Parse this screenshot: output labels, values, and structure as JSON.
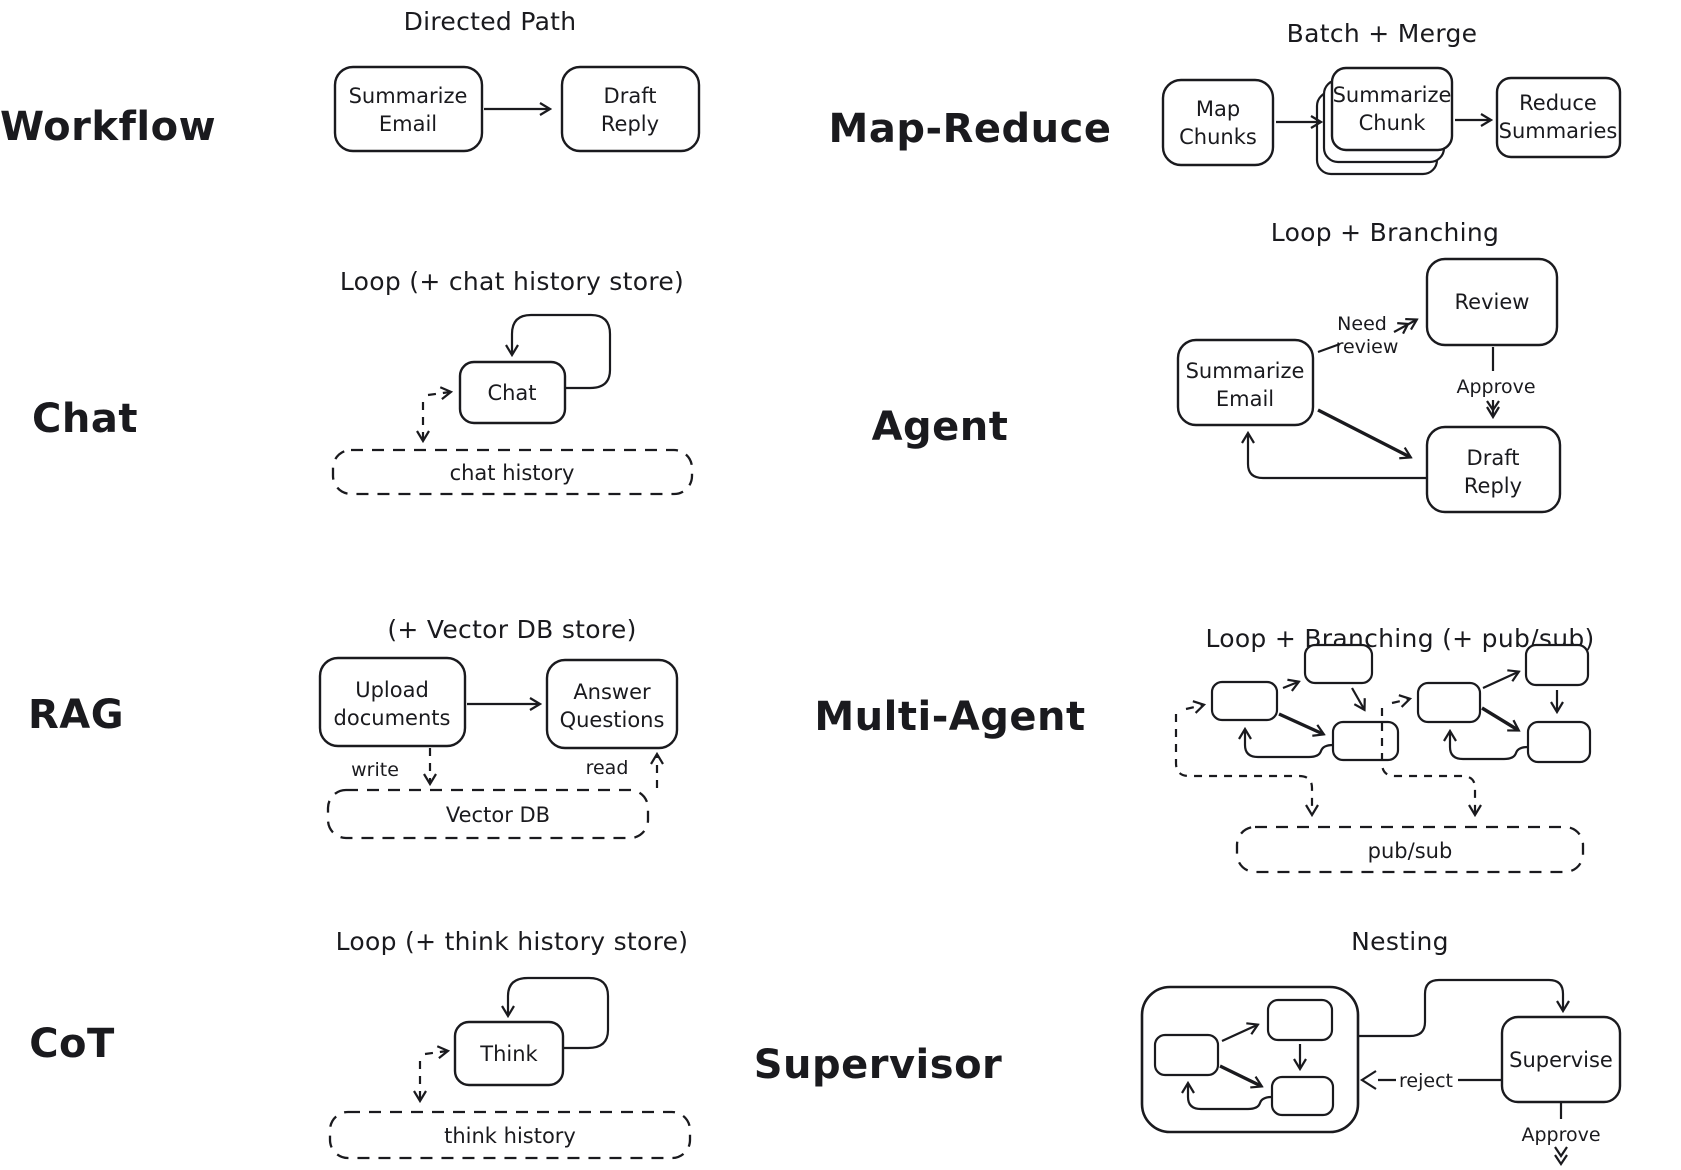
{
  "colors": {
    "ink": "#1a1a1e",
    "background": "#ffffff"
  },
  "panels": {
    "workflow": {
      "label": "Workflow",
      "title": "Directed Path",
      "node_summarize_email": [
        "Summarize",
        "Email"
      ],
      "node_draft_reply": [
        "Draft",
        "Reply"
      ]
    },
    "map_reduce": {
      "label": "Map-Reduce",
      "title": "Batch + Merge",
      "node_map_chunks": [
        "Map",
        "Chunks"
      ],
      "node_summarize_chunk": [
        "Summarize",
        "Chunk"
      ],
      "node_reduce_summaries": [
        "Reduce",
        "Summaries"
      ]
    },
    "chat": {
      "label": "Chat",
      "title": "Loop (+ chat history store)",
      "node_chat": "Chat",
      "store": "chat history"
    },
    "agent": {
      "label": "Agent",
      "title": "Loop + Branching",
      "node_summarize_email": [
        "Summarize",
        "Email"
      ],
      "node_review": "Review",
      "node_draft_reply": [
        "Draft",
        "Reply"
      ],
      "edge_need_review": [
        "Need",
        "review"
      ],
      "edge_approve": "Approve"
    },
    "rag": {
      "label": "RAG",
      "title": "(+ Vector DB store)",
      "node_upload": [
        "Upload",
        "documents"
      ],
      "node_answer": [
        "Answer",
        "Questions"
      ],
      "edge_write": "write",
      "edge_read": "read",
      "store": "Vector DB"
    },
    "multi_agent": {
      "label": "Multi-Agent",
      "title": "Loop + Branching (+ pub/sub)",
      "store": "pub/sub"
    },
    "cot": {
      "label": "CoT",
      "title": "Loop (+ think history store)",
      "node_think": "Think",
      "store": "think history"
    },
    "supervisor": {
      "label": "Supervisor",
      "title": "Nesting",
      "node_supervise": "Supervise",
      "edge_reject": "reject",
      "edge_approve": "Approve"
    }
  }
}
